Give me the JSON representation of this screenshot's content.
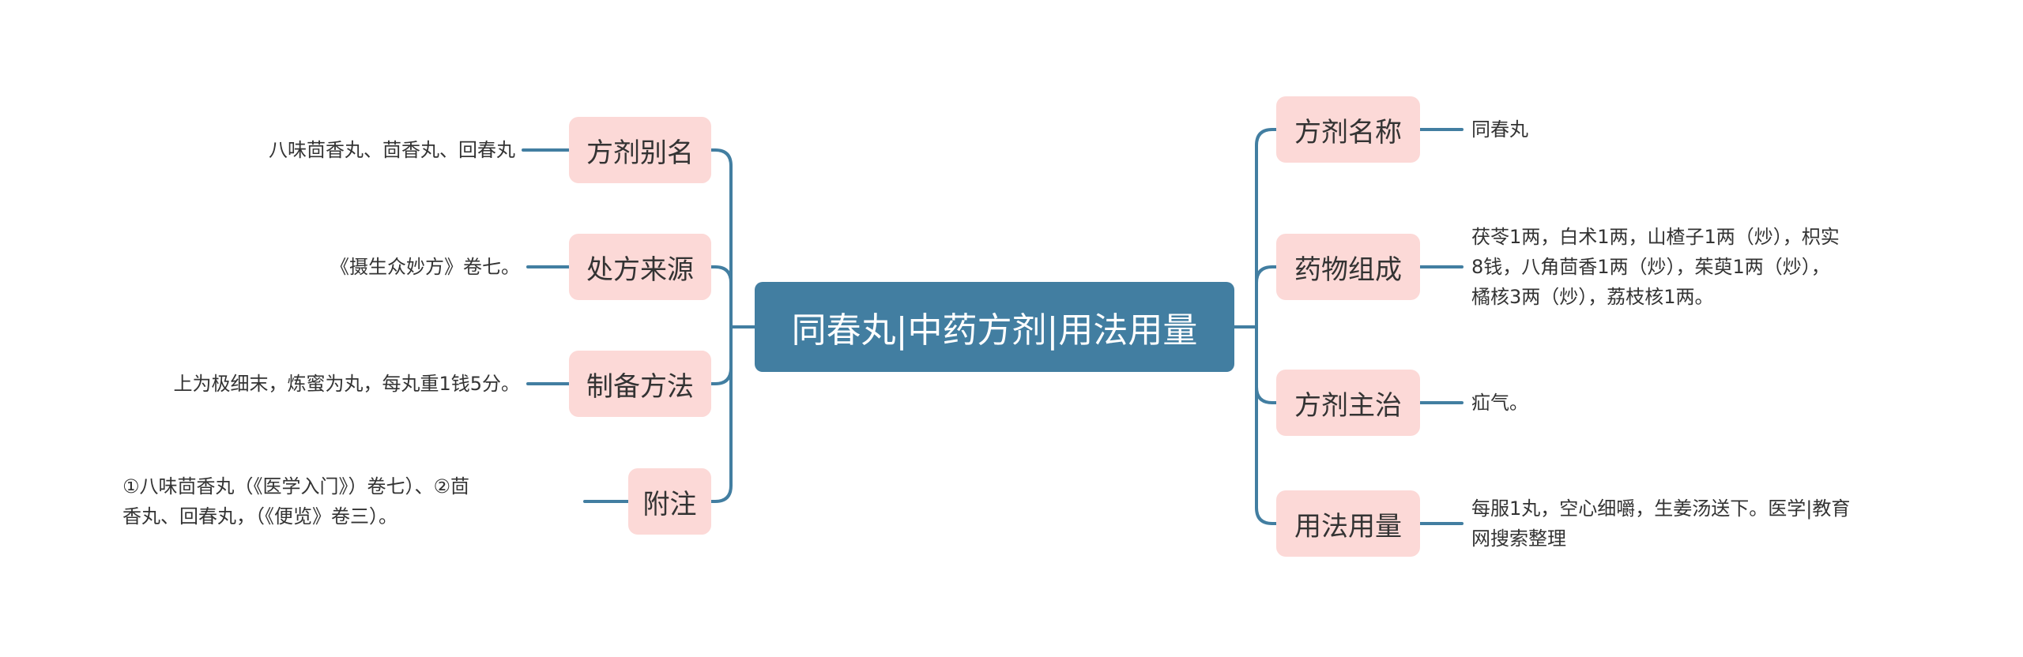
{
  "colors": {
    "root_bg": "#427ea1",
    "branch_bg": "#fcd9d7",
    "line": "#427ea1",
    "text": "#333333"
  },
  "root": {
    "title": "同春丸|中药方剂|用法用量"
  },
  "left_branches": [
    {
      "label": "方剂别名",
      "text": "八味茴香丸、茴香丸、回春丸"
    },
    {
      "label": "处方来源",
      "text": "《摄生众妙方》卷七。"
    },
    {
      "label": "制备方法",
      "text": "上为极细末，炼蜜为丸，每丸重1钱5分。"
    },
    {
      "label": "附注",
      "text_lines": [
        "①八味茴香丸（《医学入门》）卷七）、②茴",
        "香丸、回春丸，（《便览》卷三）。"
      ]
    }
  ],
  "right_branches": [
    {
      "label": "方剂名称",
      "text": "同春丸"
    },
    {
      "label": "药物组成",
      "text_lines": [
        "茯苓1两，白术1两，山楂子1两（炒），枳实",
        "8钱，八角茴香1两（炒），茱萸1两（炒），",
        "橘核3两（炒），荔枝核1两。"
      ]
    },
    {
      "label": "方剂主治",
      "text": "疝气。"
    },
    {
      "label": "用法用量",
      "text_lines": [
        "每服1丸，空心细嚼，生姜汤送下。医学|教育",
        "网搜索整理"
      ]
    }
  ]
}
